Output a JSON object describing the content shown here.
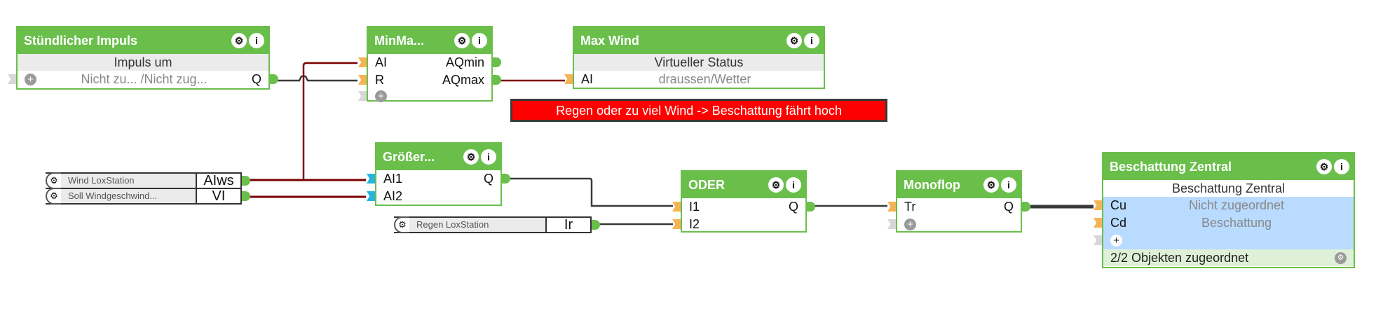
{
  "blocks": {
    "stuendlicher": {
      "title": "Stündlicher Impuls",
      "subtitle": "Impuls um",
      "row_value": "Nicht zu... /Nicht zug...",
      "output": "Q"
    },
    "minmax": {
      "title": "MinMa...",
      "inputs": [
        "AI",
        "R"
      ],
      "outputs": [
        "AQmin",
        "AQmax"
      ]
    },
    "maxwind": {
      "title": "Max Wind",
      "subtitle": "Virtueller Status",
      "input": "AI",
      "value": "draussen/Wetter"
    },
    "groesser": {
      "title": "Größer...",
      "inputs": [
        "AI1",
        "AI2"
      ],
      "output": "Q"
    },
    "oder": {
      "title": "ODER",
      "inputs": [
        "I1",
        "I2"
      ],
      "output": "Q"
    },
    "monoflop": {
      "title": "Monoflop",
      "input": "Tr",
      "output": "Q"
    },
    "beschattung": {
      "title": "Beschattung Zentral",
      "subtitle": "Beschattung Zentral",
      "rows": [
        {
          "pin": "Cu",
          "value": "Nicht zugeordnet"
        },
        {
          "pin": "Cd",
          "value": "Beschattung"
        }
      ],
      "footer": "2/2 Objekten zugeordnet"
    }
  },
  "comment": {
    "text": "Regen oder zu viel Wind -> Beschattung fährt hoch"
  },
  "inputs": [
    {
      "name": "Wind LoxStation",
      "pin": "AIws"
    },
    {
      "name": "Soll  Windgeschwind...",
      "pin": "VI"
    },
    {
      "name": "Regen LoxStation",
      "pin": "Ir"
    }
  ],
  "icons": {
    "gear": "⚙",
    "info": "i",
    "plus": "+"
  },
  "colors": {
    "block_green": "#6abf4b",
    "wire_analog": "#7a0000",
    "wire_digital": "#3a3a3a",
    "comment_bg": "#ff0000"
  }
}
